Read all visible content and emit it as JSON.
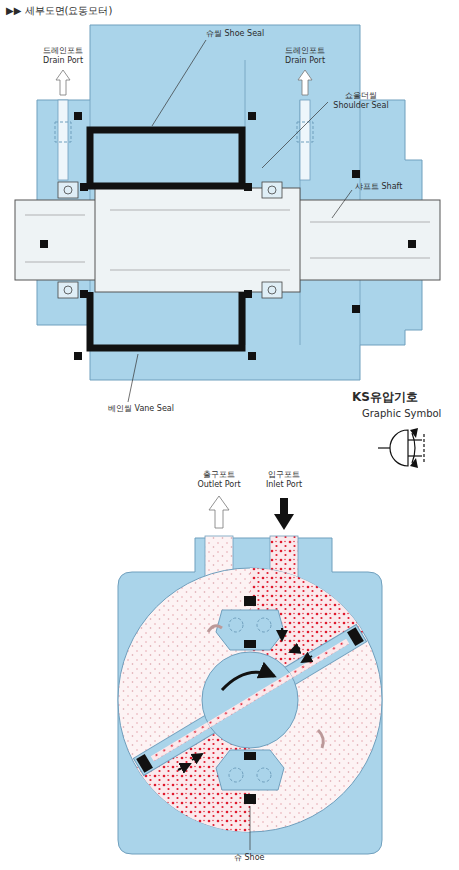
{
  "diagram": {
    "title": "▶▶ 세부도면(요동모터)",
    "labels": [
      "드레인포트 Drain Port",
      "드레인포트 Drain Port",
      "슈씰 Shoe Seal",
      "쇼울더씰 Shoulder Seal",
      "샤프트 Shaft",
      "베인씰 Vane Seal",
      "KS유압기호",
      "Graphic Symbol",
      "출구포트 Outlet Port",
      "입구포트 Inlet Port",
      "슈 Shoe"
    ]
  }
}
